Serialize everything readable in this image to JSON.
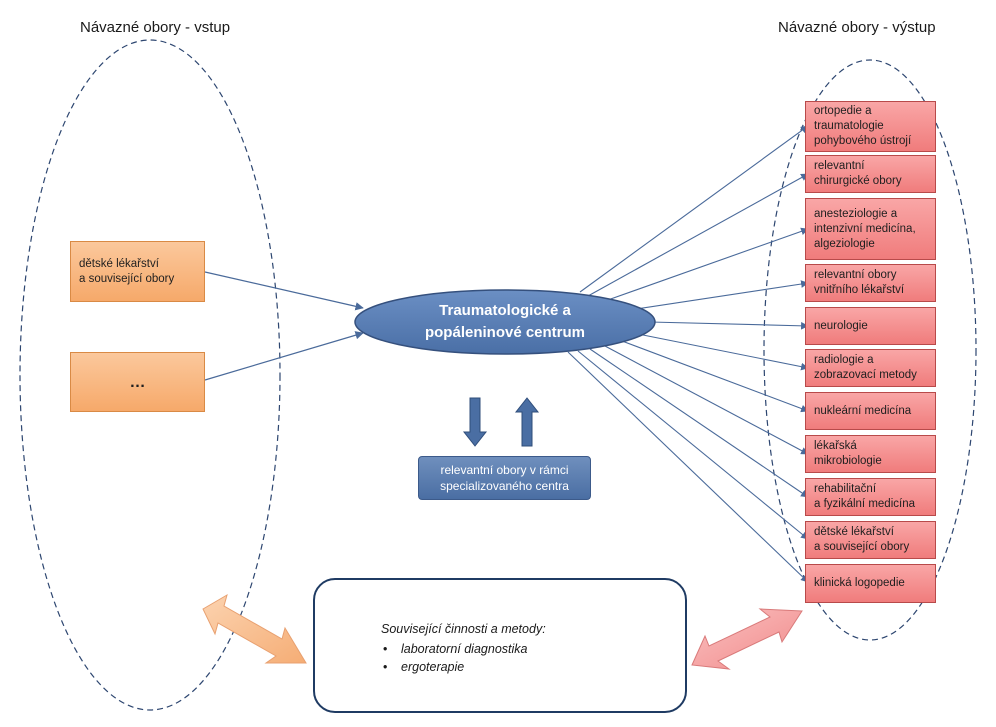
{
  "header": {
    "left_title": "Návazné obory - vstup",
    "right_title": "Návazné obory - výstup"
  },
  "inputs": [
    {
      "lines": [
        "dětské lékařství",
        "a související obory"
      ]
    },
    {
      "lines": [
        "…"
      ]
    }
  ],
  "center": {
    "lines": [
      "Traumatologické a",
      "popáleninové centrum"
    ]
  },
  "specialized_box": {
    "lines": [
      "relevantní obory v rámci",
      "specializovaného  centra"
    ]
  },
  "outputs": [
    {
      "lines": [
        "ortopedie a",
        "traumatologie",
        "pohybového ústrojí"
      ]
    },
    {
      "lines": [
        "relevantní",
        "chirurgické obory"
      ]
    },
    {
      "lines": [
        "anesteziologie a",
        "intenzivní medicína,",
        "algeziologie"
      ]
    },
    {
      "lines": [
        "relevantní obory",
        "vnitřního lékařství"
      ]
    },
    {
      "lines": [
        "neurologie"
      ]
    },
    {
      "lines": [
        "radiologie a",
        "zobrazovací metody"
      ]
    },
    {
      "lines": [
        "nukleární medicína"
      ]
    },
    {
      "lines": [
        "lékařská",
        "mikrobiologie"
      ]
    },
    {
      "lines": [
        "rehabilitační",
        "a fyzikální medicína"
      ]
    },
    {
      "lines": [
        "dětské lékařství",
        "a související obory"
      ]
    },
    {
      "lines": [
        "klinická logopedie"
      ]
    }
  ],
  "related": {
    "title": "Související  činnosti a metody:",
    "items": [
      "laboratorní diagnostika",
      "ergoterapie"
    ]
  },
  "colors": {
    "input_fill": "#f7b27a",
    "output_fill": "#f38b8b",
    "center_fill": "#557bb0",
    "arrow_line": "#4a6a9a",
    "left_double_arrow": "#f8c39a",
    "right_double_arrow": "#f4a3a3"
  }
}
